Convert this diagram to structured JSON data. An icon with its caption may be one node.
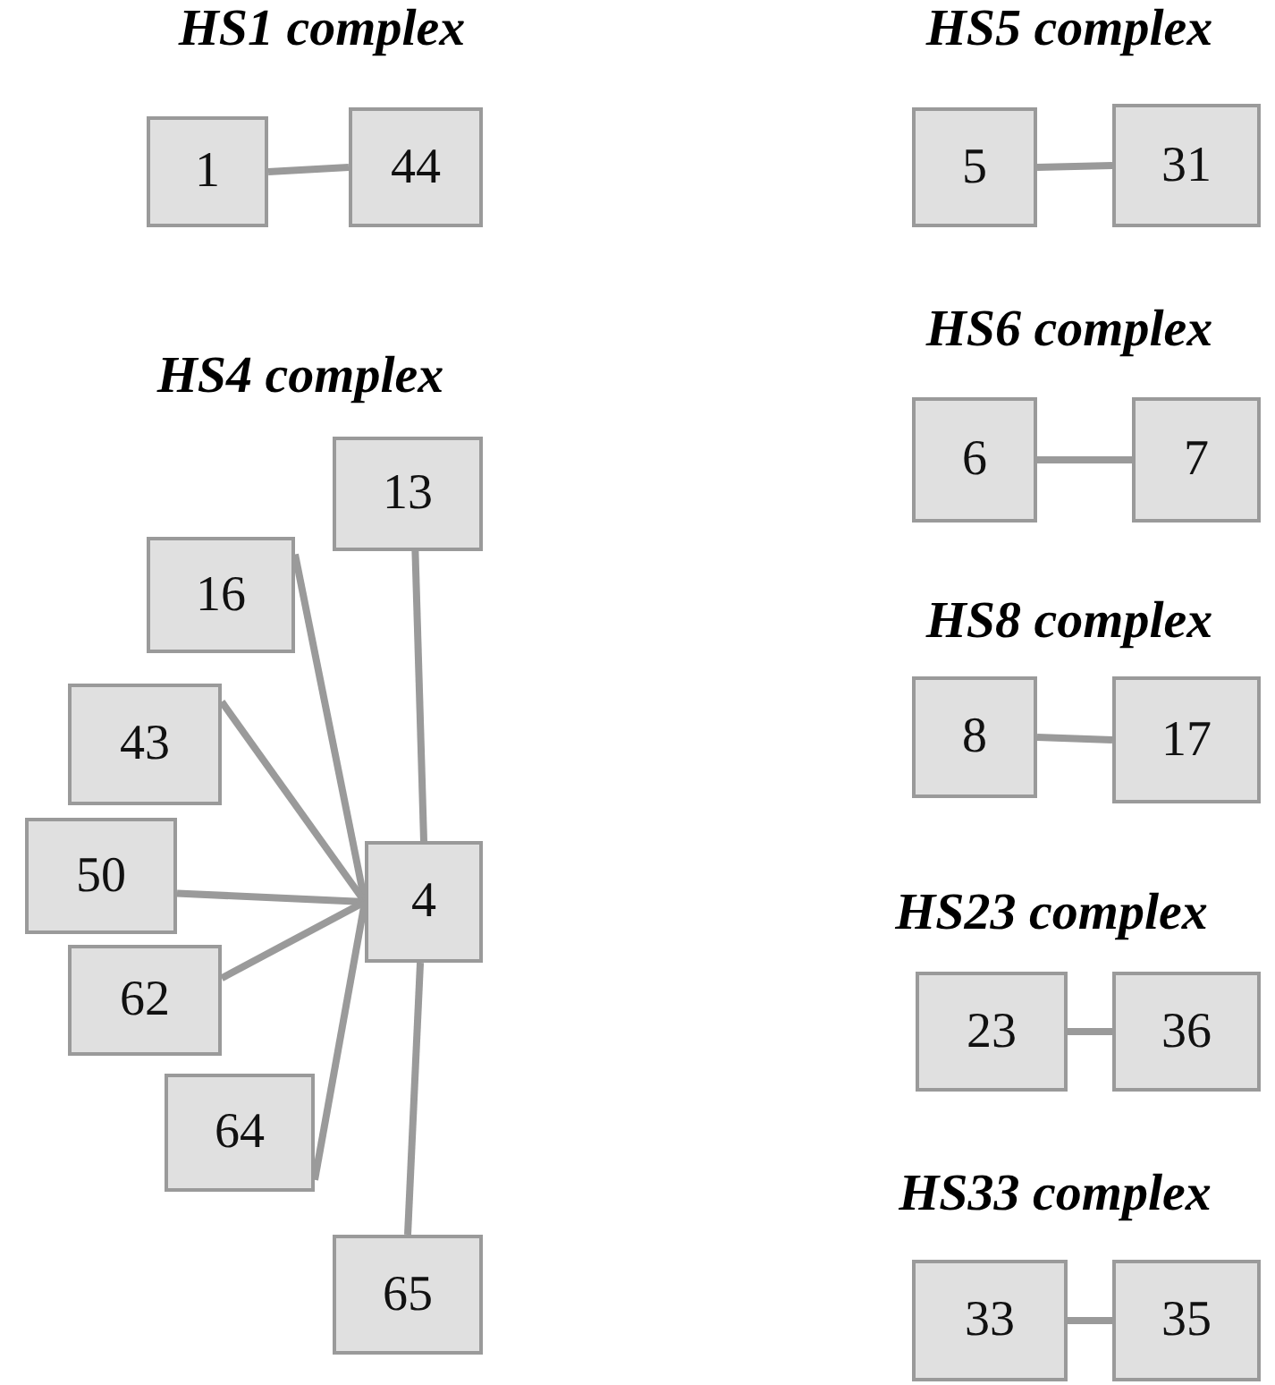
{
  "diagram": {
    "nodes": [
      {
        "text": [
          "1"
        ]
      },
      {
        "text": [
          "44"
        ]
      },
      {
        "text": [
          "5"
        ]
      },
      {
        "text": [
          "31"
        ]
      },
      {
        "text": [
          "13"
        ]
      },
      {
        "text": [
          "16"
        ]
      },
      {
        "text": [
          "43"
        ]
      },
      {
        "text": [
          "50"
        ]
      },
      {
        "text": [
          "4"
        ]
      },
      {
        "text": [
          "62"
        ]
      },
      {
        "text": [
          "64"
        ]
      },
      {
        "text": [
          "65"
        ]
      },
      {
        "text": [
          "6"
        ]
      },
      {
        "text": [
          "7"
        ]
      },
      {
        "text": [
          "8"
        ]
      },
      {
        "text": [
          "17"
        ]
      },
      {
        "text": [
          "23"
        ]
      },
      {
        "text": [
          "36"
        ]
      },
      {
        "text": [
          "33"
        ]
      },
      {
        "text": [
          "35"
        ]
      }
    ],
    "edges": [
      {
        "from": 0,
        "to": 1,
        "arrow": "none"
      },
      {
        "from": 2,
        "to": 3,
        "arrow": "none"
      },
      {
        "from": 4,
        "to": 8,
        "arrow": "none"
      },
      {
        "from": 5,
        "to": 8,
        "arrow": "none"
      },
      {
        "from": 6,
        "to": 8,
        "arrow": "none"
      },
      {
        "from": 7,
        "to": 8,
        "arrow": "none"
      },
      {
        "from": 9,
        "to": 8,
        "arrow": "none"
      },
      {
        "from": 10,
        "to": 8,
        "arrow": "none"
      },
      {
        "from": 11,
        "to": 8,
        "arrow": "none"
      },
      {
        "from": 12,
        "to": 13,
        "arrow": "none"
      },
      {
        "from": 14,
        "to": 15,
        "arrow": "none"
      },
      {
        "from": 16,
        "to": 17,
        "arrow": "none"
      },
      {
        "from": 18,
        "to": 19,
        "arrow": "none"
      }
    ],
    "labels": [
      "HS1 complex",
      "HS5 complex",
      "HS4 complex",
      "HS6 complex",
      "HS8 complex",
      "HS23 complex",
      "HS33 complex"
    ]
  }
}
